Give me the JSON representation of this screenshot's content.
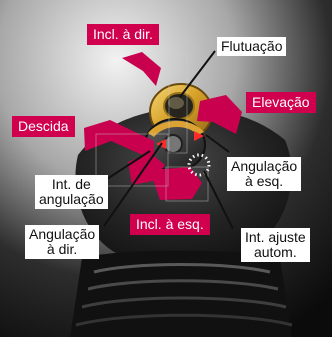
{
  "labels": {
    "incl_dir": "Incl. à dir.",
    "flutuacao": "Flutuação",
    "elevacao": "Elevação",
    "descida": "Descida",
    "angulacao_esq": [
      "Angulação",
      "à esq."
    ],
    "int_angulacao": [
      "Int. de",
      "angulação"
    ],
    "angulacao_dir": [
      "Angulação",
      "à dir."
    ],
    "incl_esq": "Incl. à esq.",
    "int_ajuste": [
      "Int. ajuste",
      "autom."
    ]
  },
  "colors": {
    "arrow_magenta": "#c8004e",
    "label_pink_bg": "#d0004f",
    "callout_line": "#111111",
    "knob_gold": "#e2b23b"
  }
}
